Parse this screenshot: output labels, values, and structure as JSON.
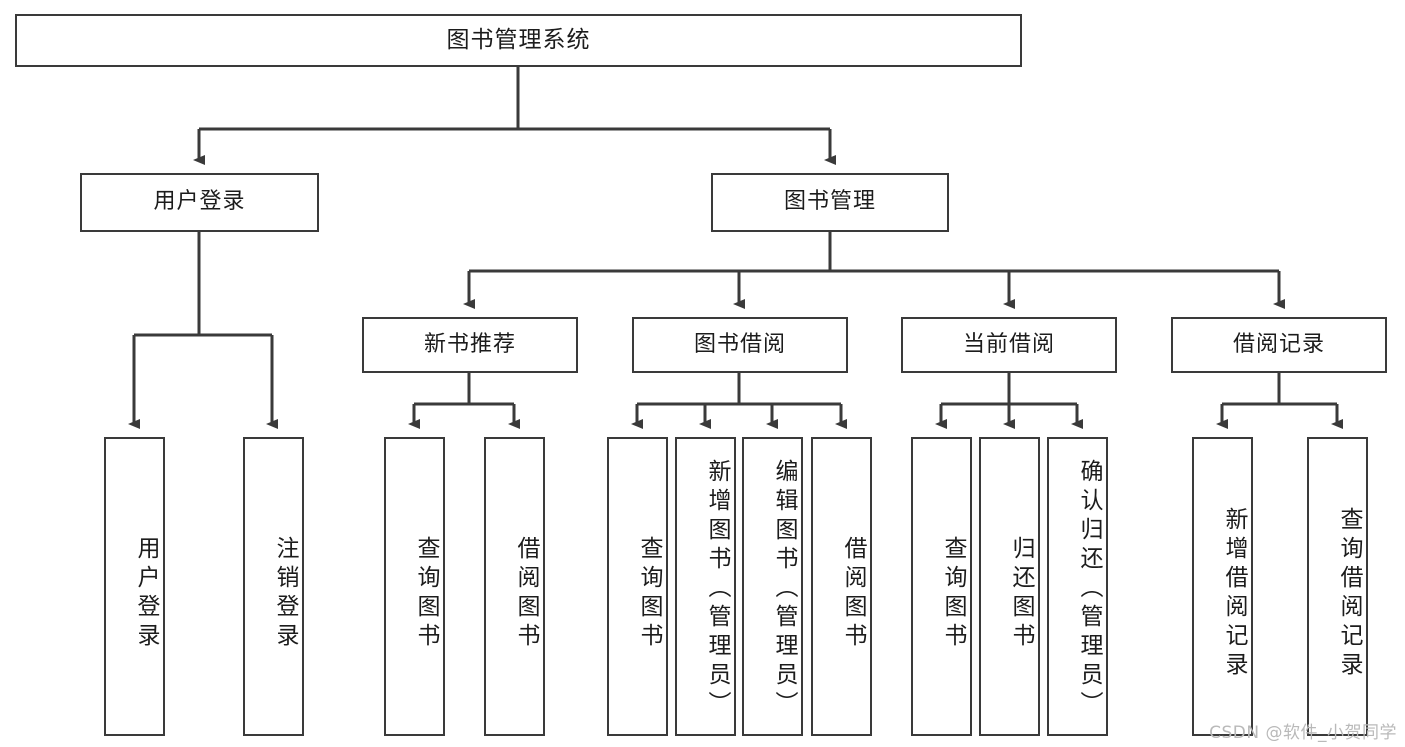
{
  "diagram": {
    "title": "图书管理系统",
    "watermark": "CSDN @软件_小贺同学",
    "colors": {
      "background": "#ffffff",
      "border": "#3a3a3a",
      "connector": "#3a3a3a",
      "text": "#1c1c1c",
      "watermark": "#b9b9b9"
    },
    "root": {
      "label": "图书管理系统"
    },
    "level2": [
      {
        "label": "用户登录"
      },
      {
        "label": "图书管理"
      }
    ],
    "level3": [
      {
        "label": "新书推荐"
      },
      {
        "label": "图书借阅"
      },
      {
        "label": "当前借阅"
      },
      {
        "label": "借阅记录"
      }
    ],
    "leaves": {
      "user_login": [
        {
          "label": "用户登录"
        },
        {
          "label": "注销登录"
        }
      ],
      "new_book_recommend": [
        {
          "label": "查询图书"
        },
        {
          "label": "借阅图书"
        }
      ],
      "book_borrow": [
        {
          "label": "查询图书"
        },
        {
          "label": "新增图书（管理员）"
        },
        {
          "label": "编辑图书（管理员）"
        },
        {
          "label": "借阅图书"
        }
      ],
      "current_borrow": [
        {
          "label": "查询图书"
        },
        {
          "label": "归还图书"
        },
        {
          "label": "确认归还（管理员）"
        }
      ],
      "borrow_record": [
        {
          "label": "新增借阅记录"
        },
        {
          "label": "查询借阅记录"
        }
      ]
    }
  }
}
